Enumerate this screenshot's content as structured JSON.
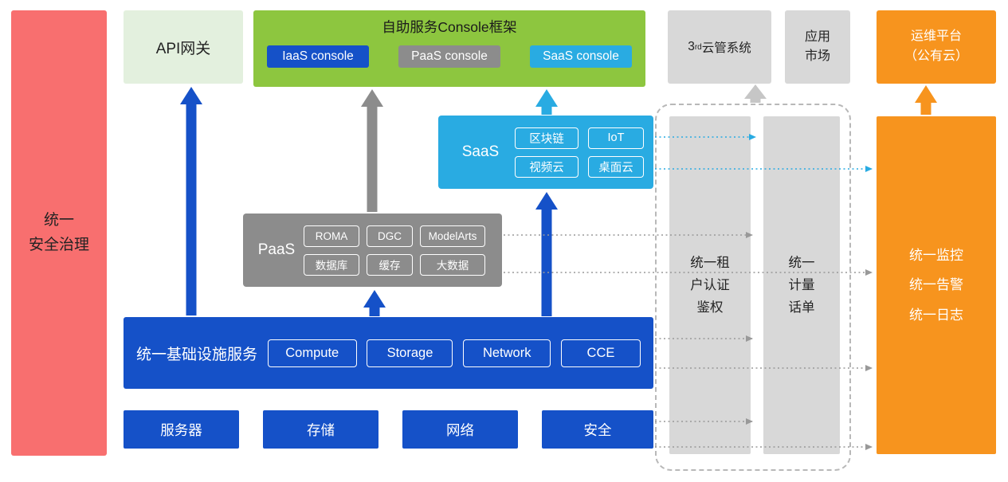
{
  "security_bar": {
    "label": "统一\n安全治理"
  },
  "api_gateway": {
    "label": "API网关"
  },
  "console": {
    "title": "自助服务Console框架",
    "iaas": "IaaS console",
    "paas": "PaaS console",
    "saas": "SaaS console"
  },
  "third_party": {
    "num": "3",
    "sup": "rd",
    "rest": "云管系统"
  },
  "app_market": {
    "label": "应用\n市场"
  },
  "ops_platform": {
    "label": "运维平台\n（公有云）"
  },
  "saas_box": {
    "label": "SaaS",
    "items": [
      "区块链",
      "IoT",
      "视频云",
      "桌面云"
    ]
  },
  "paas_box": {
    "label": "PaaS",
    "items": [
      "ROMA",
      "DGC",
      "ModelArts",
      "数据库",
      "缓存",
      "大数据"
    ]
  },
  "infra_box": {
    "label": "统一基础设施服务",
    "items": [
      "Compute",
      "Storage",
      "Network",
      "CCE"
    ]
  },
  "hardware": {
    "items": [
      "服务器",
      "存储",
      "网络",
      "安全"
    ]
  },
  "auth_bar": {
    "label": "统一租\n户认证\n鉴权"
  },
  "metering_bar": {
    "label": "统一\n计量\n话单"
  },
  "monitoring_bar": {
    "label": "统一监控\n统一告警\n统一日志"
  },
  "colors": {
    "red": "#F86F6F",
    "light_green": "#E3F0DE",
    "green": "#8DC63F",
    "blue": "#1551C8",
    "cyan": "#29ABE2",
    "gray": "#8C8C8C",
    "light_gray": "#D8D8D8",
    "orange": "#F7941E"
  }
}
